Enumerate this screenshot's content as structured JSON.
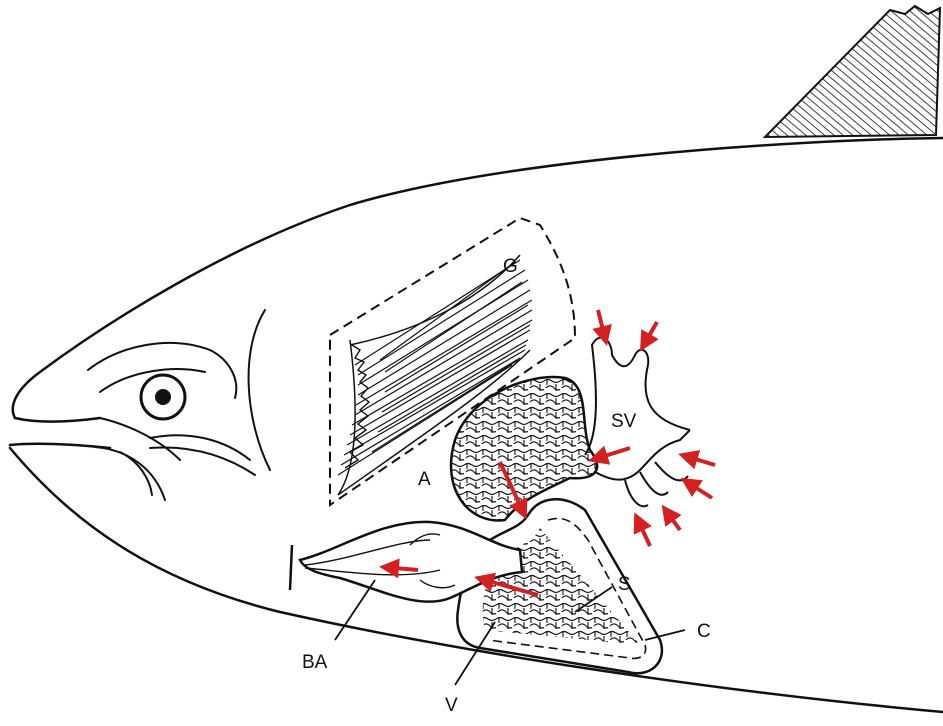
{
  "labels": {
    "gills": "G",
    "atrium": "A",
    "sinus_venosus": "SV",
    "bulbus_arteriosus": "BA",
    "ventricle": "V",
    "spongy_myocardium": "S",
    "compact_myocardium": "C"
  },
  "colors": {
    "ink": "#111111",
    "arrow": "#d42020",
    "background": "#ffffff"
  },
  "icons": {
    "eye": "eye-icon",
    "flow_arrow": "red-arrow-icon"
  }
}
